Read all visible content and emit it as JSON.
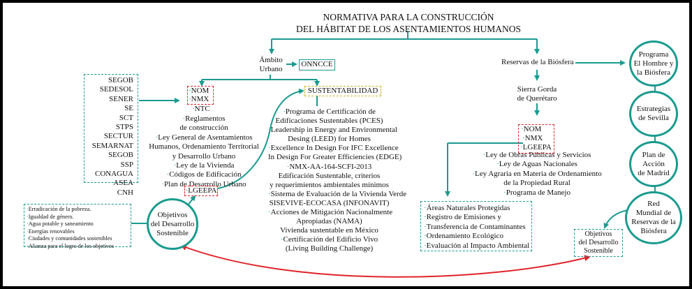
{
  "title": {
    "line1": "NORMATIVA PARA LA CONSTRUCCIÓN",
    "line2": "DEL HÁBITAT DE LOS ASENTAMIENTOS HUMANOS"
  },
  "ambito": {
    "line1": "Ámbito",
    "line2": "Urbano"
  },
  "onncce": "ONNCCE",
  "sustentabilidad": "SUSTENTABILIDAD",
  "reservas": "Reservas de la Biósfera",
  "sierra": {
    "line1": "Sierra Gorda",
    "line2": "de Querétaro"
  },
  "agencies": [
    "SEGOB",
    "SEDESOL",
    "SENER",
    "SE",
    "SCT",
    "STPS",
    "SECTUR",
    "SEMARNAT",
    "SEGOB",
    "SSP",
    "CONAGUA",
    "ASEA",
    "CNH"
  ],
  "urban_norms": {
    "nom": "NOM",
    "nmx": "NMX",
    "ntc": "NTC",
    "items": [
      "Reglamentos",
      "de construcción",
      "Ley General de Asentamientos",
      "Humanos, Ordenamiento Territorial",
      "y Desarrollo Urbano",
      "Ley de la Vivienda",
      "Códigos de Edificación",
      "Plan de Desarrollo Urbano"
    ],
    "lgeepa": "LGEEPA"
  },
  "sustainability_items": [
    "Programa de Certificación de",
    "Edificaciones Sustentables (PCES)",
    "Leadership in Energy and Environmental",
    "Desing (LEED) for Homes",
    "Excellence In Design For IFC Excellence",
    "In Design For Greater Efficiencies (EDGE)",
    "NMX-AA-164-SCFI-2013",
    "Edificación Sustentable, criterios",
    "y requerimientos ambientales mínimos",
    "Sistema de Evaluación de la Vivienda Verde",
    "SISEVIVE-ECOCASA (INFONAVIT)",
    "Acciones de Mitigación Nacionalmente",
    "Apropiadas (NAMA)",
    "Vivienda sustentable en México",
    "Certificación del Edificio Vivo",
    "(Living Building Challenge)"
  ],
  "sierra_norms": {
    "nom": "NOM",
    "nmx": "NMX",
    "lgeepa": "LGEEPA"
  },
  "sierra_items": [
    "Ley de Obras Públicas y Servicios",
    "Ley de Aguas Nacionales",
    "Ley Agraria en Materia de Ordenamiento",
    "de la Propiedad Rural",
    "Programa de Manejo"
  ],
  "protected_areas": [
    "Áreas Naturales Protegidas",
    "Registro de Emisiones y",
    "Transferencia de Contaminantes",
    "Ordenamiento Ecológico",
    "Evaluación al Impacto Ambiental"
  ],
  "objectives_left": {
    "line1": "Objetivos",
    "line2": "del Desarrollo",
    "line3": "Sostenible"
  },
  "objectives_list": [
    "Erradicación de la pobreza.",
    "Igualdad de género.",
    "Agua potable y saneamiento",
    "Energías renovables",
    "Ciudades y comunidades sostenibles",
    "Alianza para el logro de los objetivos"
  ],
  "objectives_right": {
    "line1": "Objetivos",
    "line2": "del Desarrollo",
    "line3": "Sostenible"
  },
  "circles": [
    {
      "line1": "Programa",
      "line2": "El Hombre y",
      "line3": "la Biósfera"
    },
    {
      "line1": "Estrategias",
      "line2": "de Sevilla",
      "line3": ""
    },
    {
      "line1": "Plan de",
      "line2": "Acción",
      "line3": "de Madrid"
    },
    {
      "line1": "Red",
      "line2": "Mundial de",
      "line3": "Reservas de la",
      "line4": "Biósfera"
    }
  ],
  "colors": {
    "teal": "#1a9b8f",
    "red": "#e0242a",
    "yellow": "#c9b52a"
  }
}
